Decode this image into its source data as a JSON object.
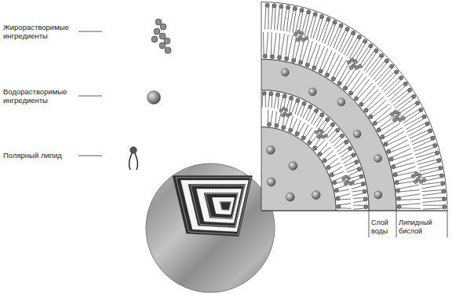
{
  "diagram": {
    "labels": [
      "Жирорастворимые ингредиенты",
      "Водорастворимые ингредиенты",
      "Полярный липид",
      "Слой воды",
      "Липидный бислой"
    ]
  }
}
